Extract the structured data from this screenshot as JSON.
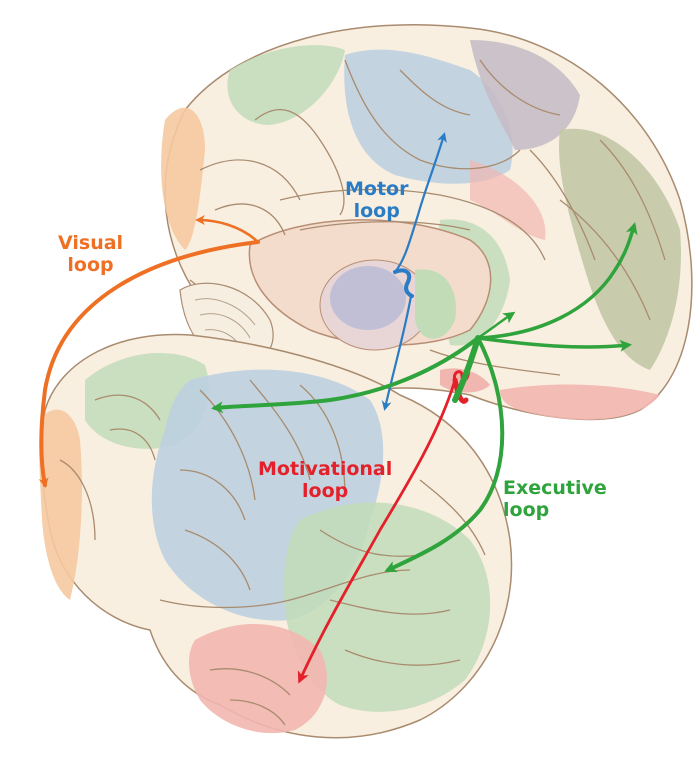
{
  "labels": {
    "visual": [
      "Visual",
      "loop"
    ],
    "motor": [
      "Motor",
      "loop"
    ],
    "motivational": [
      "Motivational",
      "loop"
    ],
    "executive": [
      "Executive",
      "loop"
    ]
  },
  "colors": {
    "visual": "#ee7024",
    "motor": "#2a7cc5",
    "motivational": "#e4202a",
    "executive": "#2fa33c",
    "region_blue": "#bcd0e0",
    "region_green": "#c2dcb8",
    "region_orange": "#f5c9a0",
    "region_red": "#f2b6b0",
    "region_purple": "#c6bdc8",
    "cortex_base": "#f8efe0",
    "sulcus_line": "#a98b6f"
  }
}
